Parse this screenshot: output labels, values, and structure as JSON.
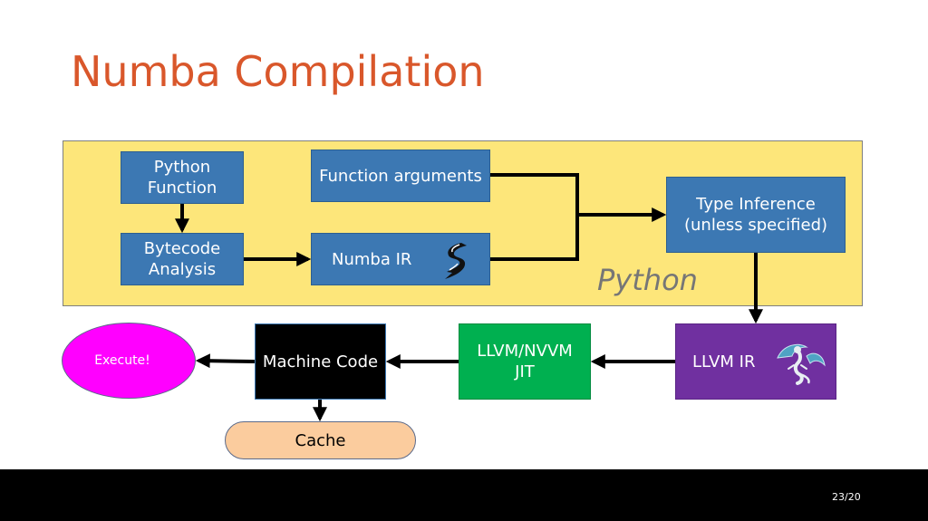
{
  "slide": {
    "title": "Numba Compilation",
    "page_number": "23/20",
    "region_label": "Python"
  },
  "nodes": {
    "python_function": "Python\nFunction",
    "function_arguments": "Function arguments",
    "bytecode_analysis": "Bytecode\nAnalysis",
    "numba_ir": "Numba IR",
    "type_inference": "Type Inference\n(unless specified)",
    "llvm_ir": "LLVM IR",
    "llvm_nvvm_jit": "LLVM/NVVM\nJIT",
    "machine_code": "Machine Code",
    "execute": "Execute!",
    "cache": "Cache"
  },
  "icons": {
    "numba": "numba-logo-icon",
    "llvm": "llvm-dragon-icon"
  },
  "colors": {
    "title": "#d9572b",
    "panel": "#fde67a",
    "blue_box": "#3c78b3",
    "llvm_ir_box": "#7030a0",
    "jit_box": "#00b050",
    "machine_code_box": "#000000",
    "execute_ellipse": "#ff00ff",
    "cache_ellipse": "#fbcc9e"
  }
}
